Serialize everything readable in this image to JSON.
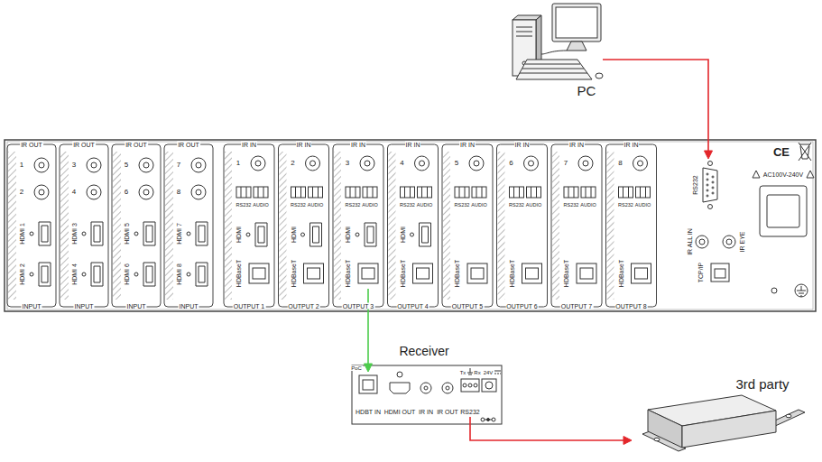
{
  "diagram": {
    "nodes": [
      {
        "text": [
          "PC"
        ]
      },
      {
        "text": [
          "AC100V-240V"
        ]
      },
      {
        "text": [
          "RS232"
        ],
        "in": 1
      },
      {
        "text": [
          "HDBaseT"
        ],
        "in": 1
      },
      {
        "text": [
          "Receiver"
        ]
      },
      {
        "text": [
          "HDBT IN"
        ],
        "in": 4
      },
      {
        "text": [
          "RS232"
        ],
        "in": 4
      },
      {
        "text": [
          "3rd party"
        ]
      }
    ],
    "edges": [
      {
        "from": 0,
        "to": 2,
        "arrow": "to"
      },
      {
        "from": 3,
        "to": 5,
        "arrow": "to"
      },
      {
        "from": 6,
        "to": 7,
        "arrow": "to"
      }
    ],
    "labels": [
      "IR OUT",
      "1",
      "2",
      "HDMI 1",
      "HDMI 2",
      "INPUT",
      "IR OUT",
      "3",
      "4",
      "HDMI 3",
      "HDMI 4",
      "INPUT",
      "IR OUT",
      "5",
      "6",
      "HDMI 5",
      "HDMI 6",
      "INPUT",
      "IR OUT",
      "7",
      "8",
      "HDMI 7",
      "HDMI 8",
      "INPUT",
      "IR IN",
      "1",
      "RS232",
      "AUDIO",
      "HDMI",
      "HDBaseT",
      "OUTPUT 1",
      "IR IN",
      "2",
      "RS232",
      "AUDIO",
      "HDMI",
      "HDBaseT",
      "OUTPUT 2",
      "IR IN",
      "3",
      "RS232",
      "AUDIO",
      "HDMI",
      "OUTPUT 3",
      "IR IN",
      "4",
      "RS232",
      "AUDIO",
      "HDMI",
      "HDBaseT",
      "OUTPUT 4",
      "IR IN",
      "5",
      "RS232",
      "AUDIO",
      "HDBaseT",
      "OUTPUT 5",
      "IR IN",
      "6",
      "RS232",
      "AUDIO",
      "HDBaseT",
      "OUTPUT 6",
      "IR IN",
      "7",
      "RS232",
      "AUDIO",
      "HDBaseT",
      "OUTPUT 7",
      "IR IN",
      "8",
      "RS232",
      "AUDIO",
      "HDBaseT",
      "OUTPUT 8",
      "IR ALL IN",
      "IR EYE",
      "TCP/IP",
      "CE",
      "PoC",
      "HDMI OUT",
      "IR IN",
      "IR OUT",
      "Tx",
      "Rx",
      "24V"
    ]
  }
}
